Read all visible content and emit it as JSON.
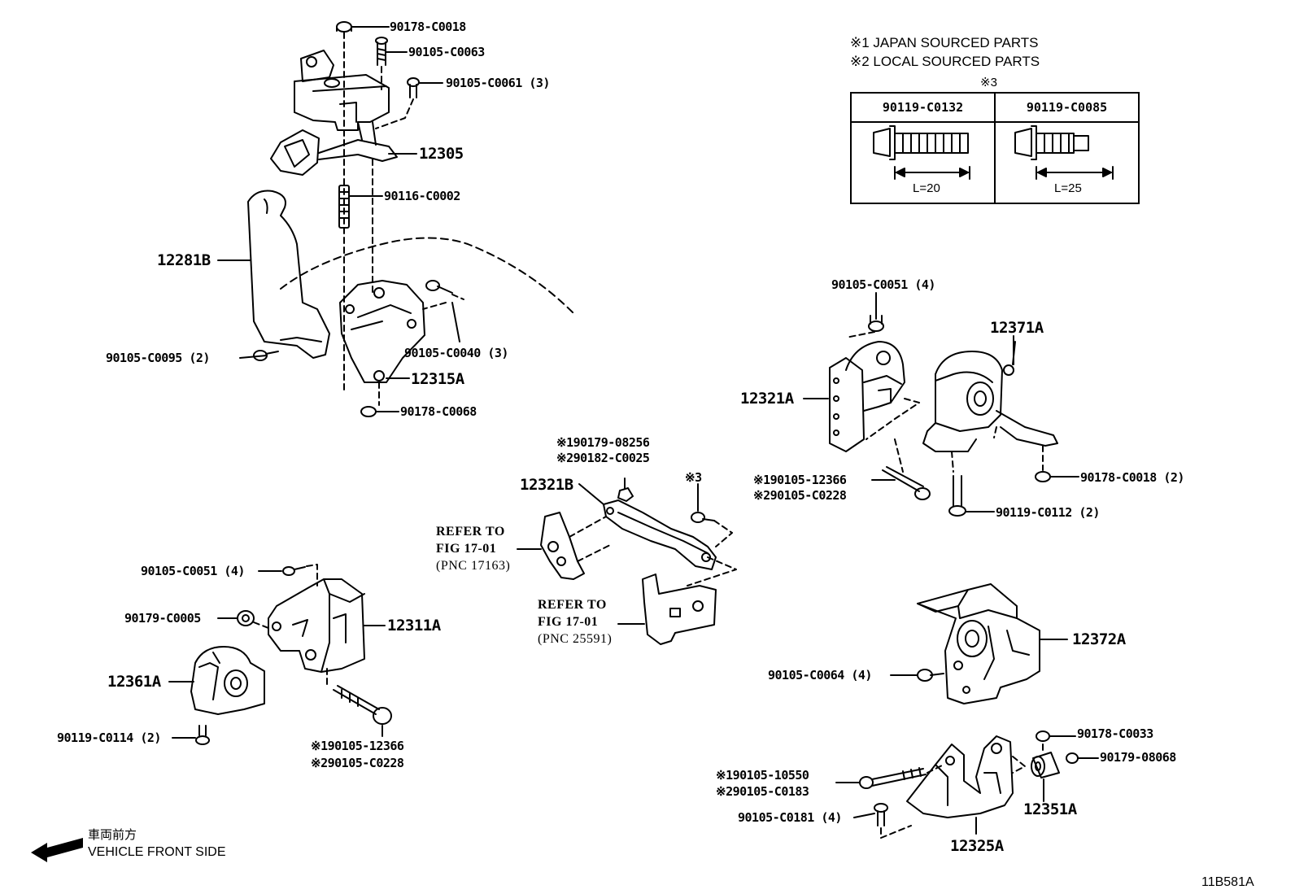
{
  "diagram_id": "11B581A",
  "notes": {
    "n1": "※1 JAPAN SOURCED PARTS",
    "n2": "※2 LOCAL SOURCED PARTS",
    "n3": "※3"
  },
  "spec_table": {
    "col1_part": "90119-C0132",
    "col2_part": "90119-C0085",
    "col1_length": "L=20",
    "col2_length": "L=25"
  },
  "direction": {
    "jp": "車両前方",
    "en": "VEHICLE FRONT SIDE"
  },
  "labels": {
    "p90178_c0018": "90178-C0018",
    "p90105_c0063": "90105-C0063",
    "p90105_c0061": "90105-C0061 (3)",
    "p12305": "12305",
    "p90116_c0002": "90116-C0002",
    "p12281b": "12281B",
    "p90105_c0040": "90105-C0040 (3)",
    "p90105_c0095": "90105-C0095 (2)",
    "p12315a": "12315A",
    "p90178_c0068": "90178-C0068",
    "p90105_c0051_right": "90105-C0051 (4)",
    "p12371a": "12371A",
    "p12321a": "12321A",
    "p90178_c0018_2": "90178-C0018 (2)",
    "p_n1_12366_r": "※190105-12366",
    "p_n2_c0228_r": "※290105-C0228",
    "p90119_c0112": "90119-C0112 (2)",
    "p_n1_08256": "※190179-08256",
    "p_n2_c0025": "※290182-C0025",
    "p12321b": "12321B",
    "p_n3": "※3",
    "refer1_a": "REFER TO",
    "refer1_b": "FIG 17-01",
    "refer1_c": "(PNC 17163)",
    "refer2_a": "REFER TO",
    "refer2_b": "FIG 17-01",
    "refer2_c": "(PNC 25591)",
    "p90105_c0051_left": "90105-C0051 (4)",
    "p90179_c0005": "90179-C0005",
    "p12311a": "12311A",
    "p12361a": "12361A",
    "p90119_c0114": "90119-C0114 (2)",
    "p_n1_12366_l": "※190105-12366",
    "p_n2_c0228_l": "※290105-C0228",
    "p12372a": "12372A",
    "p90105_c0064": "90105-C0064 (4)",
    "p90178_c0033": "90178-C0033",
    "p90179_08068": "90179-08068",
    "p_n1_10550": "※190105-10550",
    "p_n2_c0183": "※290105-C0183",
    "p12351a": "12351A",
    "p90105_c0181": "90105-C0181 (4)",
    "p12325a": "12325A"
  }
}
